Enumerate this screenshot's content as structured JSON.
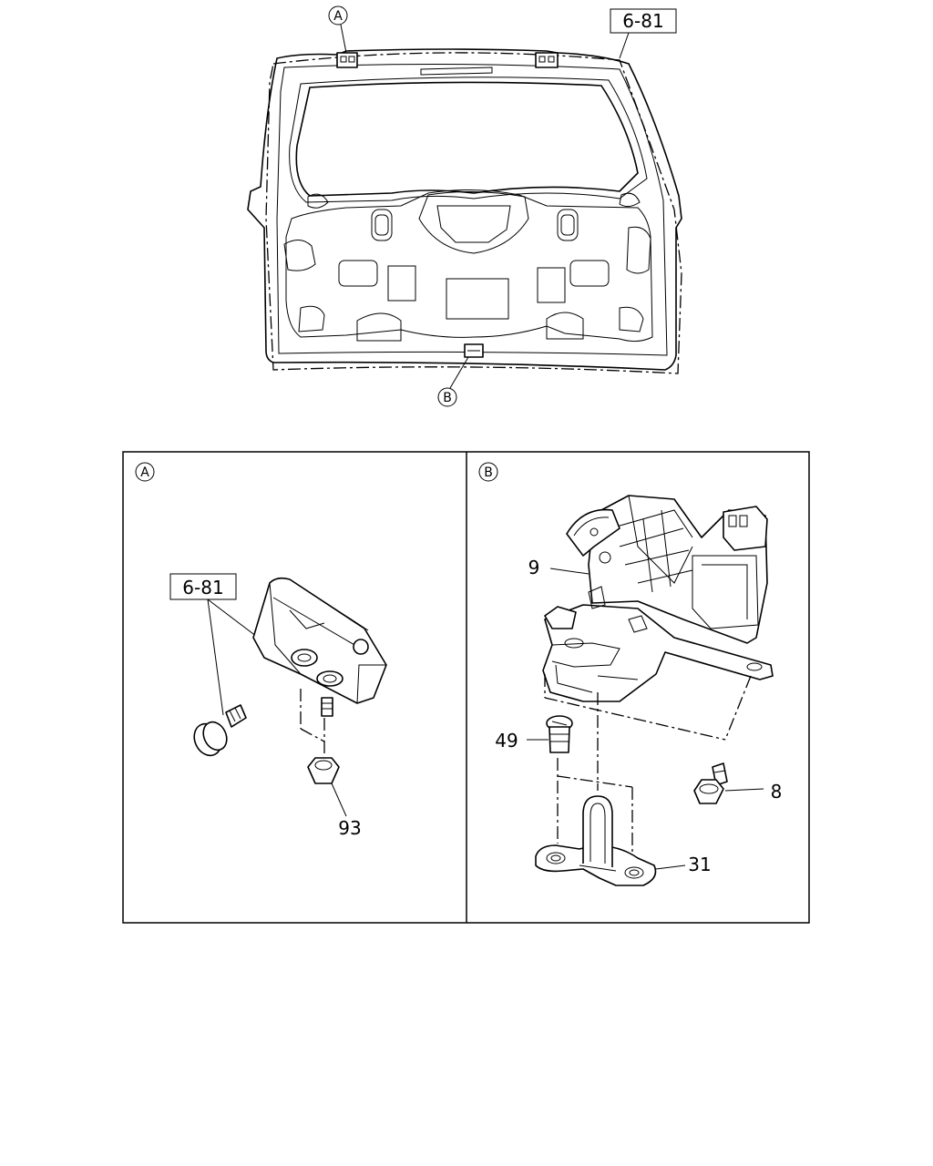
{
  "tailgate": {
    "ref_box": "6-81",
    "callout_a": "A",
    "callout_b": "B"
  },
  "panel_a": {
    "letter": "A",
    "ref_box": "6-81",
    "part_93": "93"
  },
  "panel_b": {
    "letter": "B",
    "part_9": "9",
    "part_49": "49",
    "part_8": "8",
    "part_31": "31"
  }
}
